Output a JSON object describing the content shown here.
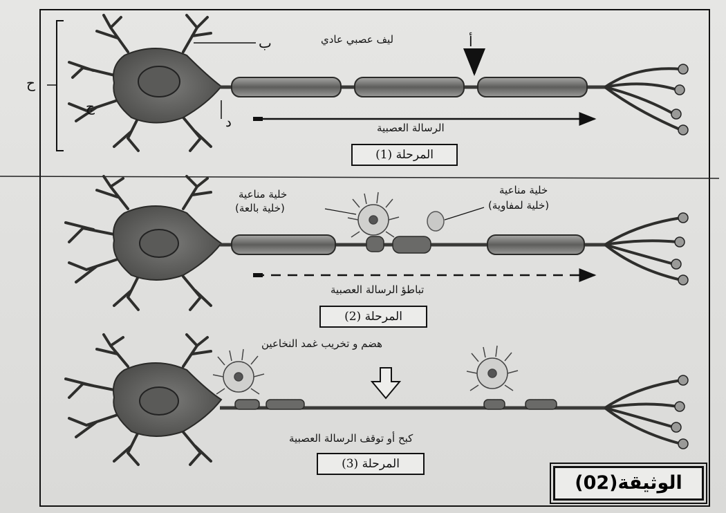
{
  "panel1": {
    "letter_a": "أ",
    "letter_b": "ب",
    "letter_c": "ج",
    "letter_d": "د",
    "letter_h": "ح",
    "fiber_label": "ليف عصبي عادي",
    "message_label": "الرسالة العصبية",
    "stage_label": "المرحلة (1)"
  },
  "panel2": {
    "cell_left_title": "خلية مناعية",
    "cell_left_sub": "(خلية بالعة)",
    "cell_right_title": "خلية مناعية",
    "cell_right_sub": "(خلية لمفاوية)",
    "message_label": "تباطؤ الرسالة العصبية",
    "stage_label": "المرحلة (2)"
  },
  "panel3": {
    "attack_label": "هضم و تخريب غمد النخاعين",
    "message_label": "كبح أو توقف الرسالة العصبية",
    "stage_label": "المرحلة (3)"
  },
  "document_label": "الوثيقة(02)",
  "colors": {
    "ink": "#151515",
    "cell_body": "#5d5d5b",
    "myelin": "#7a7a78",
    "paper": "#e3e3e1"
  }
}
